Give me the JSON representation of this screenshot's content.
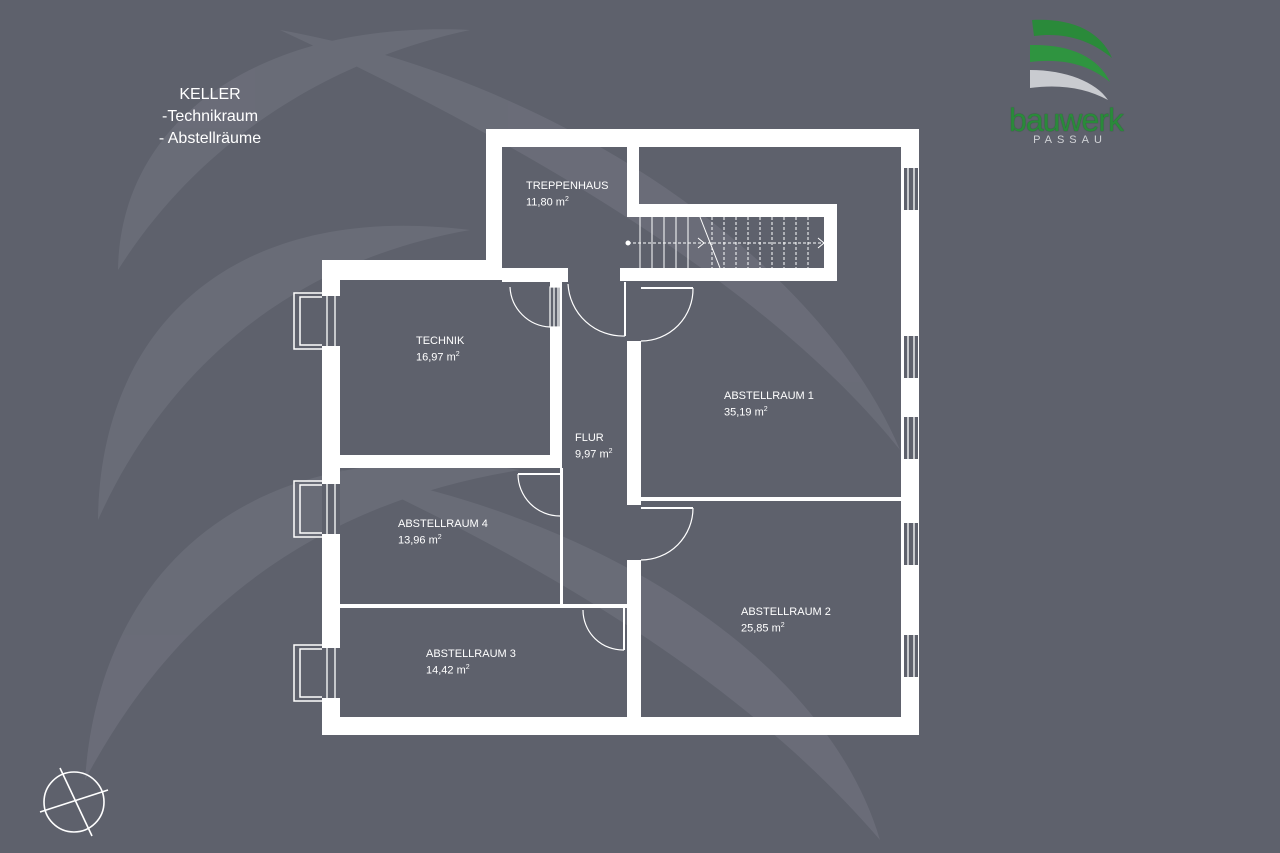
{
  "title": {
    "line1": "KELLER",
    "line2": "-Technikraum",
    "line3": "- Abstellräume"
  },
  "rooms": [
    {
      "id": "treppenhaus",
      "name": "TREPPENHAUS",
      "area": "11,80 m"
    },
    {
      "id": "technik",
      "name": "TECHNIK",
      "area": "16,97 m"
    },
    {
      "id": "abstellraum-1",
      "name": "ABSTELLRAUM 1",
      "area": "35,19 m"
    },
    {
      "id": "flur",
      "name": "FLUR",
      "area": "9,97 m"
    },
    {
      "id": "abstellraum-4",
      "name": "ABSTELLRAUM 4",
      "area": "13,96 m"
    },
    {
      "id": "abstellraum-2",
      "name": "ABSTELLRAUM 2",
      "area": "25,85 m"
    },
    {
      "id": "abstellraum-3",
      "name": "ABSTELLRAUM 3",
      "area": "14,42 m"
    }
  ],
  "area_superscript": "2",
  "logo": {
    "brand": "bauwerk",
    "sub": "PASSAU"
  },
  "colors": {
    "background": "#5e616c",
    "wall": "#ffffff",
    "logo_green": "#2a8a3a",
    "logo_silver": "#d0d2d6"
  },
  "icons": [
    "compass-icon",
    "logo-swoosh-icon",
    "door-swing-icon",
    "window-icon",
    "stair-icon"
  ]
}
